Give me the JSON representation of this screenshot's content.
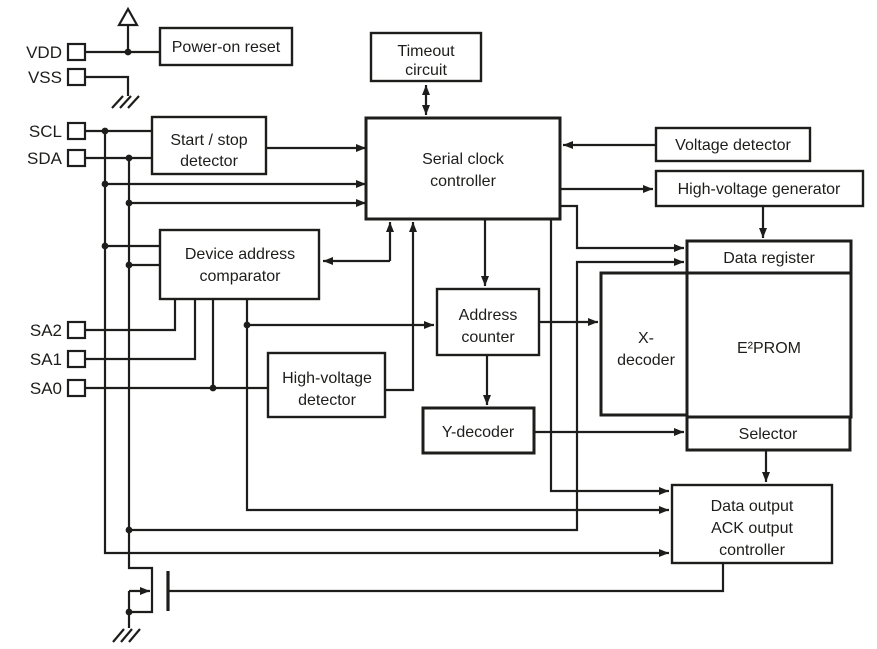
{
  "diagram": {
    "colors": {
      "line": "#1d1d1b",
      "background": "#ffffff"
    },
    "blocks": {
      "power_on_reset": {
        "label": "Power-on reset"
      },
      "timeout_circuit": {
        "line1": "Timeout",
        "line2": "circuit"
      },
      "start_stop_detector": {
        "line1": "Start / stop",
        "line2": "detector"
      },
      "serial_clock_controller": {
        "line1": "Serial clock",
        "line2": "controller"
      },
      "voltage_detector": {
        "label": "Voltage detector"
      },
      "high_voltage_generator": {
        "label": "High-voltage generator"
      },
      "device_address_comparator": {
        "line1": "Device address",
        "line2": "comparator"
      },
      "data_register": {
        "label": "Data register"
      },
      "x_decoder": {
        "line1": "X-",
        "line2": "decoder"
      },
      "eeprom": {
        "label": "E²PROM"
      },
      "address_counter": {
        "line1": "Address",
        "line2": "counter"
      },
      "high_voltage_detector": {
        "line1": "High-voltage",
        "line2": "detector"
      },
      "y_decoder": {
        "label": "Y-decoder"
      },
      "selector": {
        "label": "Selector"
      },
      "data_output_controller": {
        "line1": "Data output",
        "line2": "ACK output",
        "line3": "controller"
      }
    },
    "pins": {
      "vdd": "VDD",
      "vss": "VSS",
      "scl": "SCL",
      "sda": "SDA",
      "sa2": "SA2",
      "sa1": "SA1",
      "sa0": "SA0"
    }
  }
}
